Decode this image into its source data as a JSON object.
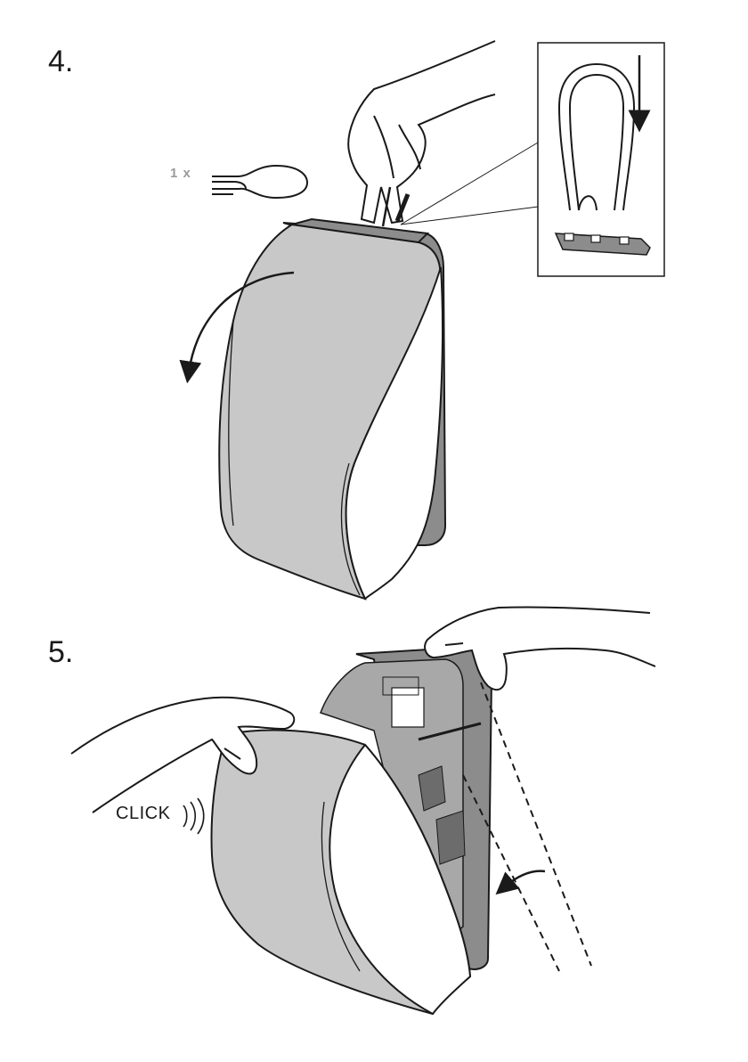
{
  "steps": [
    {
      "number": "4."
    },
    {
      "number": "5."
    }
  ],
  "pin_quantity": "1 x",
  "sound_label": "CLICK",
  "icons": {
    "pin": "u-shaped-pin-icon",
    "arrow": "curved-arrow-icon",
    "sound": "sound-waves-icon"
  },
  "colors": {
    "cover_fill": "#c8c8c8",
    "cover_dark": "#8c8c8c",
    "outline": "#1a1a1a",
    "label_gray": "#9a9a9a"
  }
}
